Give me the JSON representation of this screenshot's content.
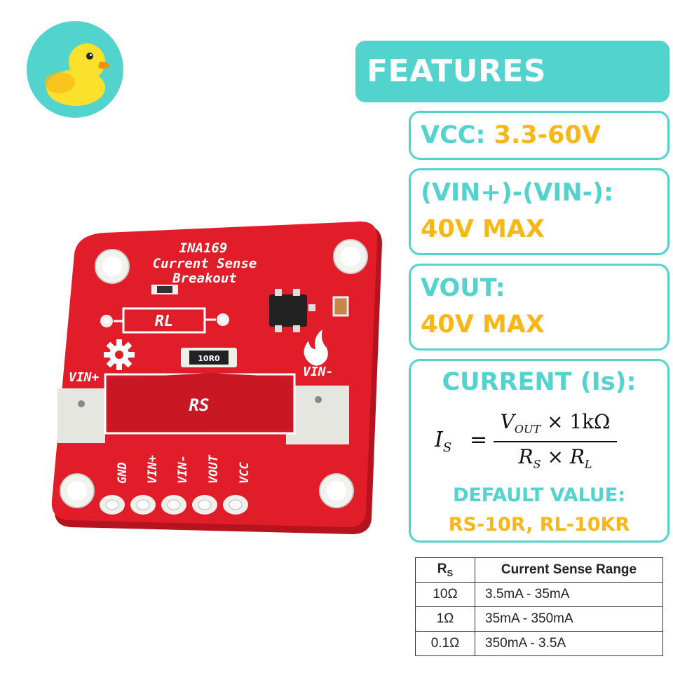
{
  "features": {
    "header": "FEATURES",
    "vcc": {
      "label": "VCC:",
      "value": "3.3-60V"
    },
    "vin": {
      "label": "(VIN+)-(VIN-):",
      "value": "40V MAX"
    },
    "vout": {
      "label": "VOUT:",
      "value": "40V MAX"
    },
    "current": {
      "label": "CURRENT (Is):",
      "formula": {
        "lhs": "I",
        "lhs_sub": "S",
        "equals": "=",
        "numerator": "V",
        "numerator_sub": "OUT",
        "numerator_rest": "× 1kΩ",
        "denominator_a": "R",
        "denominator_a_sub": "S",
        "denominator_times": "×",
        "denominator_b": "R",
        "denominator_b_sub": "L"
      },
      "default_label": "DEFAULT VALUE:",
      "default_value": "RS-10R, RL-10KR"
    }
  },
  "table": {
    "header_rs": "R",
    "header_rs_sub": "S",
    "header_range": "Current Sense Range",
    "rows": [
      {
        "rs": "10Ω",
        "range": "3.5mA - 35mA"
      },
      {
        "rs": "1Ω",
        "range": "35mA - 350mA"
      },
      {
        "rs": "0.1Ω",
        "range": "350mA - 3.5A"
      }
    ]
  },
  "board": {
    "title_line1": "INA169",
    "title_line2": "Current Sense",
    "title_line3": "Breakout",
    "rl_label": "RL",
    "rs_label": "RS",
    "resistor_code": "10R0",
    "vin_plus": "VIN+",
    "vin_minus": "VIN-",
    "pins": [
      "GND",
      "VIN+",
      "VIN-",
      "VOUT",
      "VCC"
    ]
  },
  "icons": [
    "duck-logo-icon",
    "gear-icon",
    "flame-icon"
  ],
  "colors": {
    "accent_teal": "#52d3ce",
    "accent_gold": "#f7b817",
    "pcb_red": "#e11d2a",
    "logo_yellow": "#fde02c"
  }
}
